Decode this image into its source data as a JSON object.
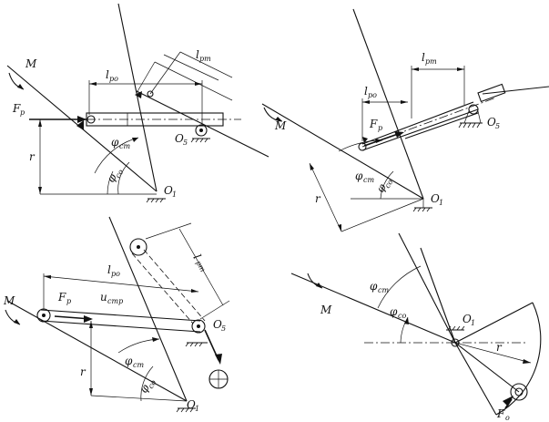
{
  "labels": {
    "M": "M",
    "F": "F",
    "F_sub_p": "p",
    "F_sub_o": "o",
    "l": "l",
    "sub_po": "po",
    "sub_pm": "pm",
    "phi": "φ",
    "sub_cm": "cm",
    "sub_co": "co",
    "r": "r",
    "O": "O",
    "sub_1": "1",
    "sub_5": "5",
    "u": "u",
    "sub_cmp": "cmp"
  }
}
